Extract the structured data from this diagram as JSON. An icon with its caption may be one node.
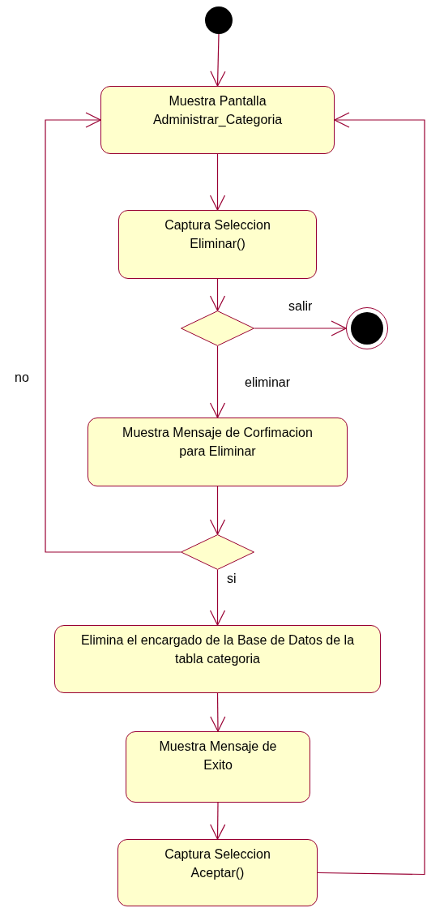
{
  "diagram": {
    "nodes": [
      {
        "text": [],
        "shape": "circle"
      },
      {
        "text": [
          "Muestra Pantalla Administrar_Categoria"
        ]
      },
      {
        "text": [
          "Captura Seleccion Eliminar()"
        ]
      },
      {
        "text": [],
        "shape": "diamond"
      },
      {
        "text": [],
        "shape": "bullseye"
      },
      {
        "text": [
          "Muestra Mensaje de Corfimacion para Eliminar"
        ]
      },
      {
        "text": [],
        "shape": "diamond"
      },
      {
        "text": [
          "Elimina el encargado de la Base de Datos de la tabla categoria"
        ]
      },
      {
        "text": [
          "Muestra Mensaje de Exito"
        ]
      },
      {
        "text": [
          "Captura Seleccion Aceptar()"
        ]
      }
    ],
    "edges": [
      {
        "from": 0,
        "to": 1,
        "arrow": "to"
      },
      {
        "from": 1,
        "to": 2,
        "arrow": "to"
      },
      {
        "from": 2,
        "to": 3,
        "arrow": "to"
      },
      {
        "from": 3,
        "to": 4,
        "arrow": "to",
        "label": "salir"
      },
      {
        "from": 3,
        "to": 5,
        "arrow": "to",
        "label": "eliminar"
      },
      {
        "from": 5,
        "to": 6,
        "arrow": "to"
      },
      {
        "from": 6,
        "to": 1,
        "arrow": "to",
        "label": "no"
      },
      {
        "from": 6,
        "to": 7,
        "arrow": "to",
        "label": "si"
      },
      {
        "from": 7,
        "to": 8,
        "arrow": "to"
      },
      {
        "from": 8,
        "to": 9,
        "arrow": "to"
      },
      {
        "from": 9,
        "to": 1,
        "arrow": "to"
      }
    ]
  }
}
